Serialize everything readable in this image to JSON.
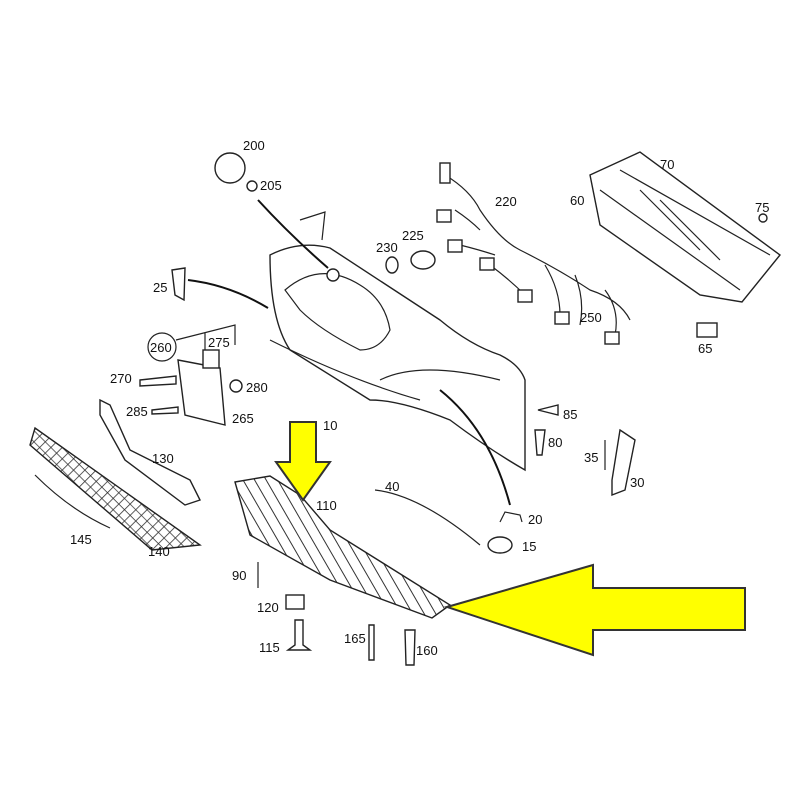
{
  "colors": {
    "highlight_arrow": "#ffff00",
    "line": "#222222"
  },
  "labels": {
    "p200": "200",
    "p205": "205",
    "p220": "220",
    "p70": "70",
    "p60": "60",
    "p75": "75",
    "p230": "230",
    "p225": "225",
    "p25": "25",
    "p250": "250",
    "p65": "65",
    "p260": "260",
    "p275": "275",
    "p270": "270",
    "p280": "280",
    "p285": "285",
    "p265": "265",
    "p85": "85",
    "p10": "10",
    "p80": "80",
    "p35": "35",
    "p30": "30",
    "p130": "130",
    "p110": "110",
    "p40": "40",
    "p20": "20",
    "p145": "145",
    "p140": "140",
    "p15": "15",
    "p90": "90",
    "p120": "120",
    "p115": "115",
    "p165": "165",
    "p160": "160"
  }
}
